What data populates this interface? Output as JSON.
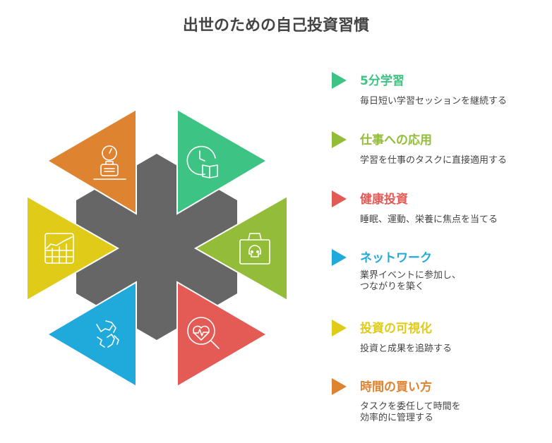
{
  "title": "出世のための自己投資習慣",
  "items": [
    {
      "heading": "5分学習",
      "desc": "毎日短い学習セッションを継続する",
      "color": "#3DC484",
      "icon": "clock-book-icon"
    },
    {
      "heading": "仕事への応用",
      "desc": "学習を仕事のタスクに直接適用する",
      "color": "#93BD38",
      "icon": "briefcase-skull-icon"
    },
    {
      "heading": "健康投資",
      "desc": "睡眠、運動、栄養に焦点を当てる",
      "color": "#E45A55",
      "icon": "heart-search-icon"
    },
    {
      "heading": "ネットワーク",
      "desc": "業界イベントに参加し、\nつながりを築く",
      "color": "#20AADB",
      "icon": "handshake-icon"
    },
    {
      "heading": "投資の可視化",
      "desc": "投資と成果を追跡する",
      "color": "#DFCB18",
      "icon": "chart-grid-icon"
    },
    {
      "heading": "時間の買い方",
      "desc": "タスクを委任して時間を\n効率的に管理する",
      "color": "#DE8330",
      "icon": "timer-worker-icon"
    }
  ],
  "center_color": "#666666"
}
